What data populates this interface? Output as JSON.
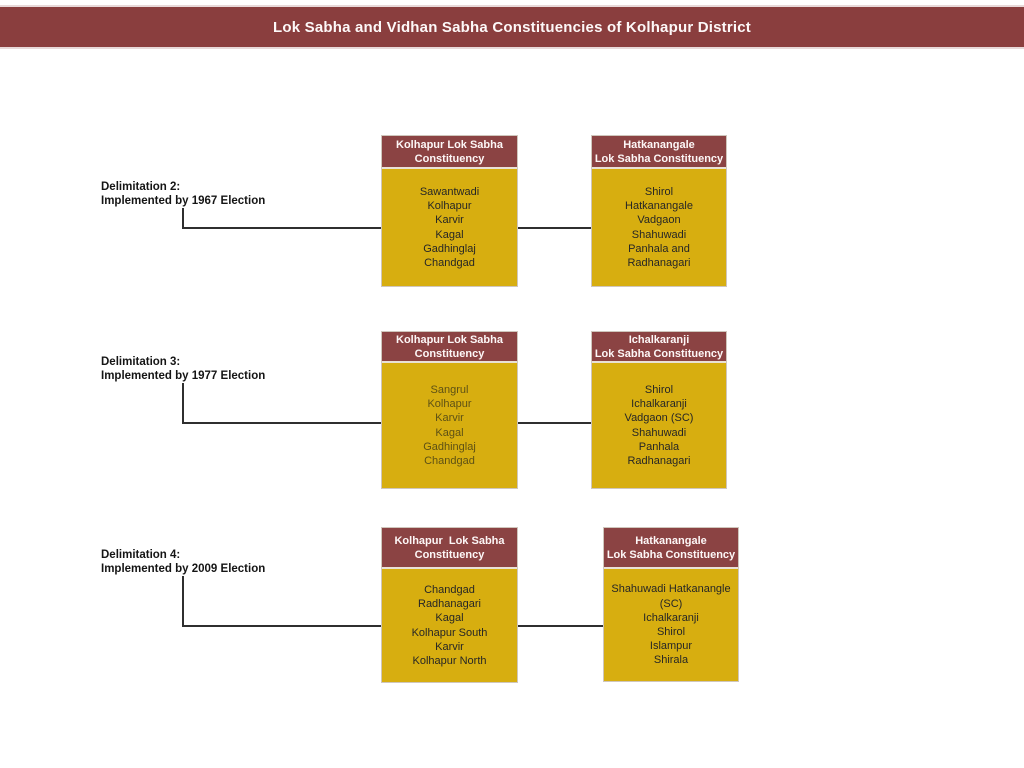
{
  "title": "Lok Sabha and Vidhan Sabha Constituencies of Kolhapur District",
  "colors": {
    "title_bar": "#8a3e3e",
    "box_header": "#8b4343",
    "box_body": "#d7ae10",
    "header_text": "#fdf7f7",
    "body_text": "#262626",
    "faded_body_text": "#5e5115",
    "connector": "#2f2f2f"
  },
  "rows": [
    {
      "label_line1": "Delimitation 2:",
      "label_line2": "Implemented by 1967 Election",
      "left": {
        "header": "Kolhapur Lok Sabha\nConstituency",
        "items": [
          "Sawantwadi",
          "Kolhapur",
          "Karvir",
          "Kagal",
          "Gadhinglaj",
          "Chandgad"
        ]
      },
      "right": {
        "header": "Hatkanangale\nLok Sabha Constituency",
        "items": [
          "Shirol",
          "Hatkanangale",
          "Vadgaon",
          "Shahuwadi",
          "Panhala and",
          "Radhanagari"
        ]
      }
    },
    {
      "label_line1": "Delimitation 3:",
      "label_line2": "Implemented by 1977 Election",
      "left": {
        "header": "Kolhapur Lok Sabha\nConstituency",
        "items": [
          "Sangrul",
          "Kolhapur",
          "Karvir",
          "Kagal",
          "Gadhinglaj",
          "Chandgad"
        ]
      },
      "right": {
        "header": "Ichalkaranji\nLok Sabha Constituency",
        "items": [
          "Shirol",
          "Ichalkaranji",
          "Vadgaon (SC)",
          "Shahuwadi",
          "Panhala",
          "Radhanagari"
        ]
      }
    },
    {
      "label_line1": "Delimitation 4:",
      "label_line2": "Implemented by 2009 Election",
      "left": {
        "header": "Kolhapur  Lok Sabha\nConstituency",
        "items": [
          "Chandgad",
          "Radhanagari",
          "Kagal",
          "Kolhapur South",
          "Karvir",
          "Kolhapur North"
        ]
      },
      "right": {
        "header": "Hatkanangale\nLok Sabha Constituency",
        "items": [
          "Shahuwadi Hatkanangle (SC)",
          "Ichalkaranji",
          "Shirol",
          "Islampur",
          "Shirala"
        ]
      }
    }
  ]
}
